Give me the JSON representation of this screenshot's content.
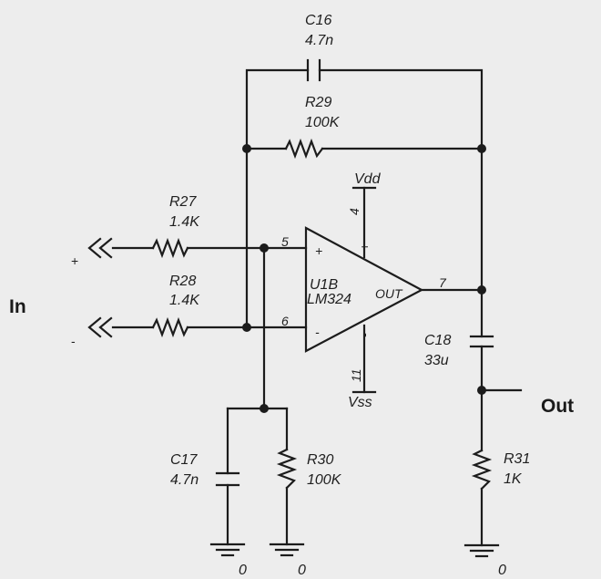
{
  "title": "",
  "components": {
    "c16": {
      "ref": "C16",
      "value": "4.7n"
    },
    "r29": {
      "ref": "R29",
      "value": "100K"
    },
    "r27": {
      "ref": "R27",
      "value": "1.4K"
    },
    "r28": {
      "ref": "R28",
      "value": "1.4K"
    },
    "u1b": {
      "ref": "U1B",
      "part": "LM324",
      "out_label": "OUT"
    },
    "c17": {
      "ref": "C17",
      "value": "4.7n"
    },
    "r30": {
      "ref": "R30",
      "value": "100K"
    },
    "c18": {
      "ref": "C18",
      "value": "33u"
    },
    "r31": {
      "ref": "R31",
      "value": "1K"
    }
  },
  "pins": {
    "noninv": "5",
    "inv": "6",
    "out": "7",
    "vdd": "4",
    "vss": "11",
    "plus_sign": "+",
    "minus_sign": "-",
    "supply_plus": "+",
    "supply_minus": "-"
  },
  "nets": {
    "vdd": "Vdd",
    "vss": "Vss",
    "gnd_c17": "0",
    "gnd_r30": "0",
    "gnd_r31": "0"
  },
  "io": {
    "input_label": "In",
    "output_label": "Out",
    "input_plus": "+",
    "input_minus": "-"
  }
}
